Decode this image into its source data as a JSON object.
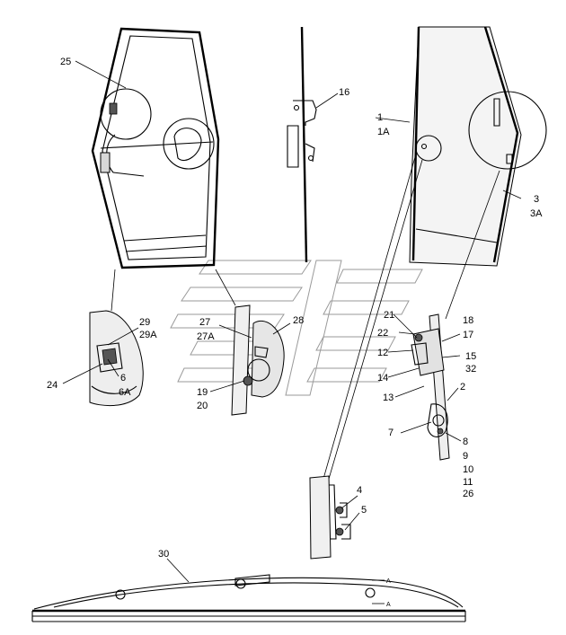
{
  "callouts": [
    {
      "id": "c1",
      "text": "1"
    },
    {
      "id": "c1a",
      "text": "1A"
    },
    {
      "id": "c2",
      "text": "2"
    },
    {
      "id": "c3",
      "text": "3"
    },
    {
      "id": "c3a",
      "text": "3A"
    },
    {
      "id": "c4",
      "text": "4"
    },
    {
      "id": "c5",
      "text": "5"
    },
    {
      "id": "c6",
      "text": "6"
    },
    {
      "id": "c6a",
      "text": "6A"
    },
    {
      "id": "c7",
      "text": "7"
    },
    {
      "id": "c8",
      "text": "8"
    },
    {
      "id": "c9",
      "text": "9"
    },
    {
      "id": "c10",
      "text": "10"
    },
    {
      "id": "c11",
      "text": "11"
    },
    {
      "id": "c12",
      "text": "12"
    },
    {
      "id": "c13",
      "text": "13"
    },
    {
      "id": "c14",
      "text": "14"
    },
    {
      "id": "c15",
      "text": "15"
    },
    {
      "id": "c16",
      "text": "16"
    },
    {
      "id": "c17",
      "text": "17"
    },
    {
      "id": "c18",
      "text": "18"
    },
    {
      "id": "c19",
      "text": "19"
    },
    {
      "id": "c20",
      "text": "20"
    },
    {
      "id": "c21",
      "text": "21"
    },
    {
      "id": "c22",
      "text": "22"
    },
    {
      "id": "c24",
      "text": "24"
    },
    {
      "id": "c25",
      "text": "25"
    },
    {
      "id": "c26",
      "text": "26"
    },
    {
      "id": "c27",
      "text": "27"
    },
    {
      "id": "c27a",
      "text": "27A"
    },
    {
      "id": "c28",
      "text": "28"
    },
    {
      "id": "c29",
      "text": "29"
    },
    {
      "id": "c29a",
      "text": "29A"
    },
    {
      "id": "c30",
      "text": "30"
    },
    {
      "id": "c32",
      "text": "32"
    }
  ],
  "section_marks": [
    {
      "id": "s1",
      "text": "A"
    },
    {
      "id": "s2",
      "text": "A"
    }
  ]
}
